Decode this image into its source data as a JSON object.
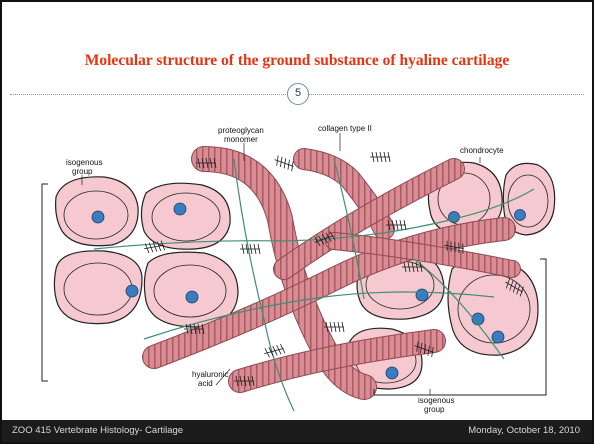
{
  "slide": {
    "title": "Molecular structure of the ground substance of hyaline cartilage",
    "slide_number": "5",
    "footer_left": "ZOO 415 Vertebrate Histology- Cartilage",
    "footer_right": "Monday, October 18, 2010"
  },
  "figure": {
    "labels": {
      "isogenous_group_top_1": "isogenous",
      "isogenous_group_top_2": "group",
      "proteoglycan_1": "proteoglycan",
      "proteoglycan_2": "monomer",
      "collagen": "collagen type II",
      "chondrocyte": "chondrocyte",
      "hyaluronic_1": "hyaluronic",
      "hyaluronic_2": "acid",
      "isogenous_group_bottom_1": "isogenous",
      "isogenous_group_bottom_2": "group"
    },
    "colors": {
      "fibril": "#d98c94",
      "fibril_stripe": "#a85a63",
      "cell_fill": "#f5c9cf",
      "nucleus": "#3a7cc0",
      "hyaluronic": "#3f8f73",
      "title": "#e8330f"
    }
  }
}
